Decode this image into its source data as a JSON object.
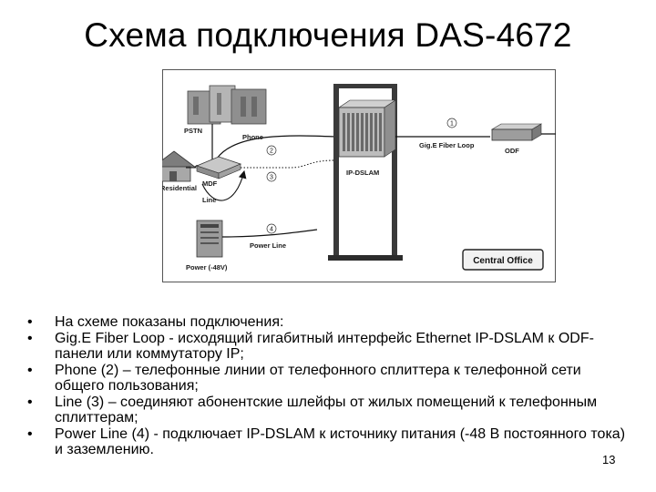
{
  "slide": {
    "title": "Схема подключения DAS-4672",
    "page_number": "13"
  },
  "diagram": {
    "labels": {
      "pstn": "PSTN",
      "phone": "Phone",
      "residential": "Residential",
      "mdf": "MDF",
      "line": "Line",
      "power_line": "Power Line",
      "power": "Power (-48V)",
      "ip_dslam": "IP-DSLAM",
      "gige_fiber_loop": "Gig.E Fiber Loop",
      "odf": "ODF",
      "central_office": "Central Office"
    },
    "markers": [
      "1",
      "2",
      "3",
      "4"
    ]
  },
  "bullets": [
    "На схеме показаны подключения:",
    "Gig.E Fiber Loop  - исходящий гигабитный интерфейс Ethernet IP-DSLAM к ODF-панели или коммутатору IP;",
    "Phone (2) – телефонные линии от телефонного сплиттера к телефонной сети общего пользования;",
    "Line (3) – соединяют абонентские шлейфы от жилых помещений к телефонным сплиттерам;",
    "Power Line (4) - подключает IP-DSLAM к источнику питания (-48 В постоянного тока) и заземлению."
  ],
  "bullet_glyph": "•"
}
